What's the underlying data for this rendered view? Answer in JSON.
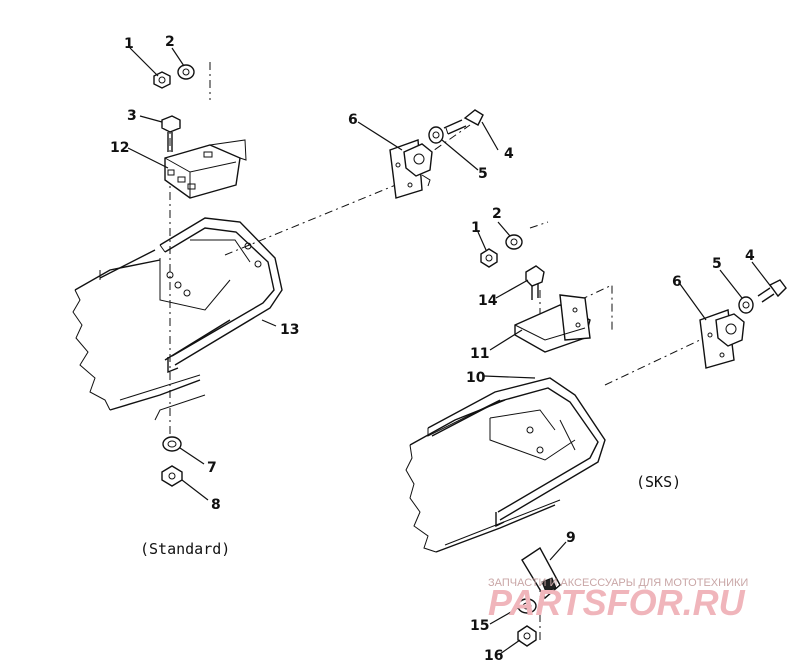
{
  "callouts_standard": [
    "1",
    "2",
    "3",
    "12",
    "6",
    "4",
    "5",
    "13",
    "7",
    "8"
  ],
  "callouts_sks": [
    "2",
    "1",
    "14",
    "11",
    "10",
    "5",
    "4",
    "6",
    "9",
    "15",
    "16"
  ],
  "captions": {
    "standard": "(Standard)",
    "sks": "(SKS)"
  },
  "watermark": {
    "top_text": "ЗАПЧАСТИ И АКСЕССУАРЫ ДЛЯ МОТОТЕХНИКИ",
    "logo_text": "PARTSFOR.RU"
  }
}
